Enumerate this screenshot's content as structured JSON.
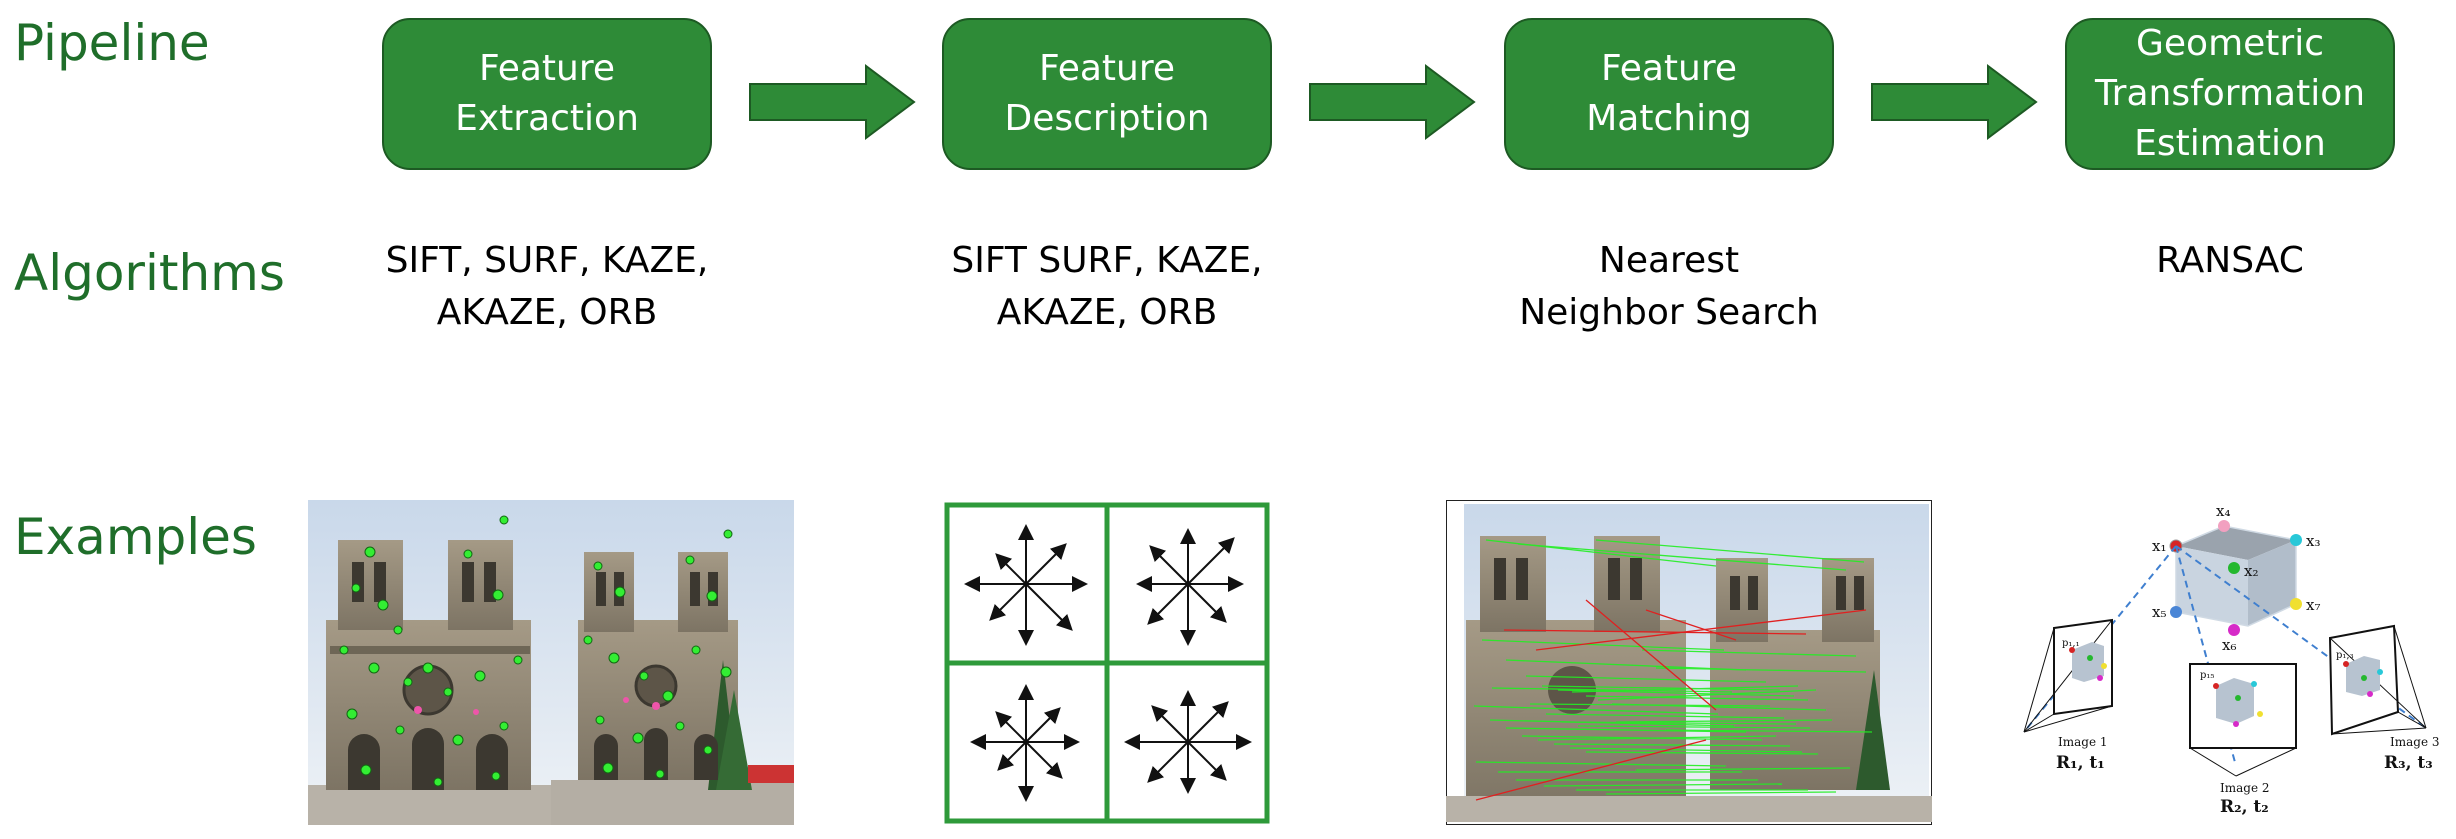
{
  "rows": {
    "pipeline": "Pipeline",
    "algorithms": "Algorithms",
    "examples": "Examples"
  },
  "stages": [
    {
      "label": "Feature\nExtraction",
      "algorithms": "SIFT, SURF, KAZE,\nAKAZE, ORB"
    },
    {
      "label": "Feature\nDescription",
      "algorithms": "SIFT SURF, KAZE,\nAKAZE, ORB"
    },
    {
      "label": "Feature\nMatching",
      "algorithms": "Nearest\nNeighbor Search"
    },
    {
      "label": "Geometric\nTransformation\nEstimation",
      "algorithms": "RANSAC"
    }
  ],
  "geometry_labels": {
    "image1": "Image 1",
    "image2": "Image 2",
    "image3": "Image 3",
    "pose1": "R₁, t₁",
    "pose2": "R₂, t₂",
    "pose3": "R₃, t₃",
    "x1": "x₁",
    "x2": "x₂",
    "x3": "x₃",
    "x4": "x₄",
    "x5": "x₅",
    "x6": "x₆",
    "x7": "x₇",
    "p11": "p₁,₁",
    "p15": "p₁₅",
    "p13": "p₁,₃"
  },
  "colors": {
    "brand_green": "#2e8b37",
    "label_green": "#1f6e2a",
    "match_green": "#22ee22",
    "outlier_red": "#e02020"
  },
  "icons": [
    "arrow-right-icon",
    "descriptor-star-icon",
    "camera-frustum-icon",
    "cube-icon"
  ]
}
